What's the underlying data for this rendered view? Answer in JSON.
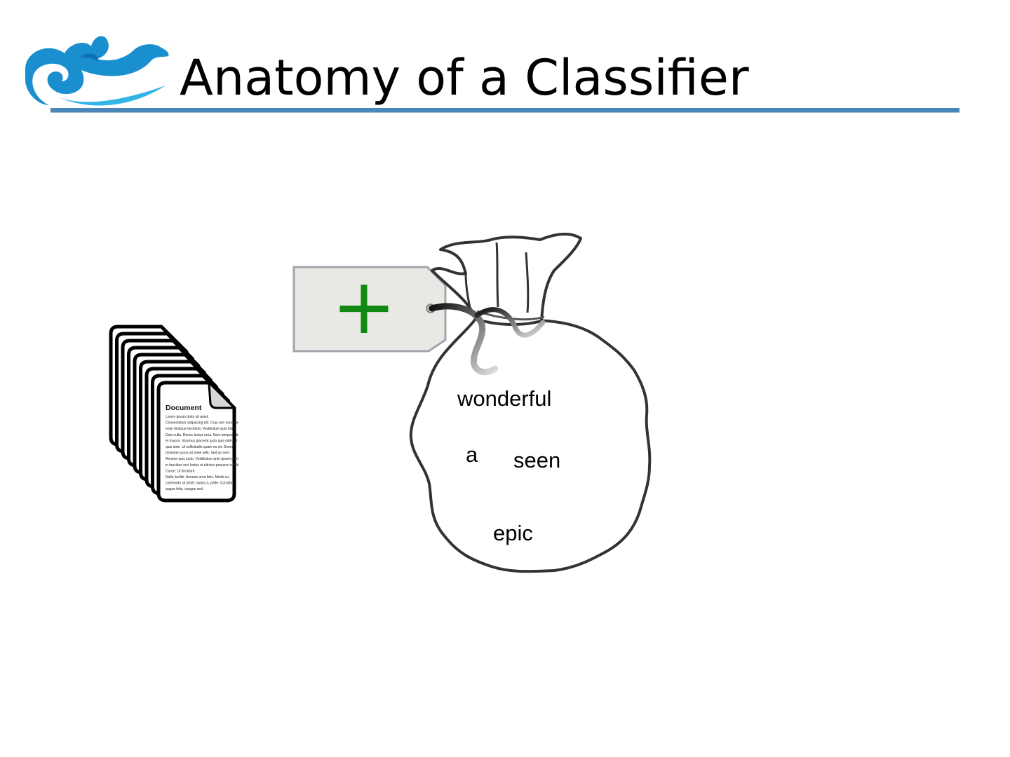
{
  "slide": {
    "title": "Anatomy of a Classifier"
  },
  "logo": {
    "icon": "wave-dog-logo-icon",
    "colors": [
      "#1a8fd0",
      "#32b4e6",
      "#0e6fb5"
    ]
  },
  "documents": {
    "icon": "document-stack-icon",
    "heading": "Document",
    "body_lines": [
      "Lorem ipsum dolor sit amet,",
      "Consectetuer adipiscing elit. Cras non nunc nec",
      "enim tristique tincidunt. Vestibulum quis lobor.",
      "Duis nulla. Donec luctus urna. Nam tempus nibh",
      "et massa. Vivamus placerat justo quis nibh. Ut",
      "quis ante. Ut sollicitudin quam eu mi. Donec",
      "molestie purus sit amet velit. Sed ac sem.",
      "Aenean quis justo. Vestibulum ante ipsum primis",
      "in faucibus orci luctus et ultrices posuere cubilia",
      "Curae; Ut tincidunt.",
      "Nulla facilisi. Aenean urna felis. Morbi eu,",
      "commodo sit amet, varius a, pede. Curabitur",
      "augue felis, congue sed."
    ]
  },
  "tag": {
    "icon": "plus-icon",
    "symbol": "+",
    "symbol_color": "#118811",
    "fill_color": "#e8e8e4"
  },
  "bag": {
    "icon": "bag-of-words-icon",
    "words": {
      "wonderful": "wonderful",
      "a": "a",
      "seen": "seen",
      "epic": "epic"
    }
  }
}
